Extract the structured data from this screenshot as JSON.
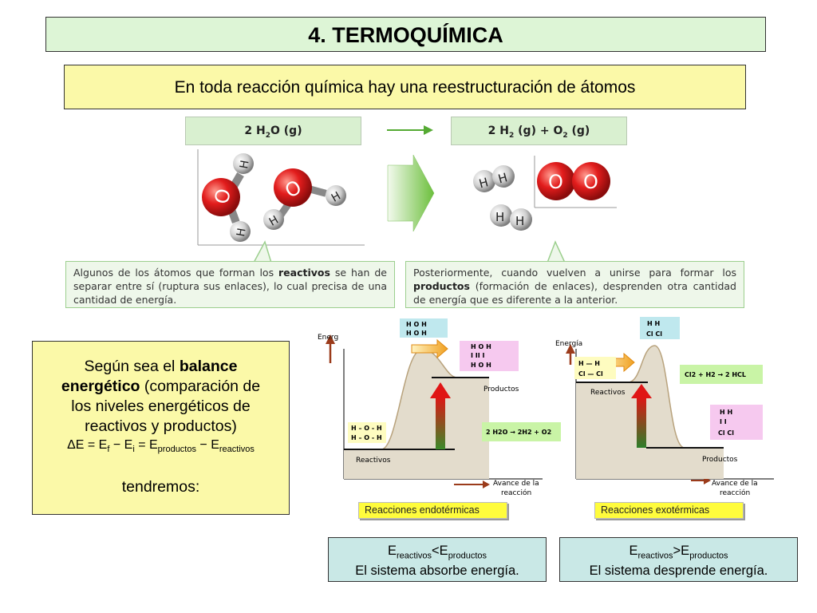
{
  "title": "4. TERMOQUÍMICA",
  "intro": "En toda reacción química hay una reestructuración de átomos",
  "reaction": {
    "reactants": {
      "coef": "2 H",
      "sub": "2",
      "rest": "O (g)"
    },
    "products": {
      "a": "2 H",
      "a_sub": "2",
      "b": " (g) + O",
      "b_sub": "2",
      "c": " (g)"
    },
    "atom_o": "O",
    "atom_h": "H"
  },
  "callouts": {
    "left": {
      "pre": "Algunos de los átomos que forman los ",
      "bold": "reactivos",
      "post": " se han de separar entre sí (ruptura sus enlaces), lo cual precisa de una cantidad de energía."
    },
    "right": {
      "pre": "Posteriormente, cuando vuelven a unirse para formar los ",
      "bold": "productos",
      "post": " (formación de enlaces), desprenden otra cantidad de energía que es diferente a la anterior."
    }
  },
  "balance": {
    "l1": "Según sea el ",
    "l1b": "balance",
    "l2b": "energético",
    "l2": " (comparación de",
    "l3": "los niveles energéticos de",
    "l4": "reactivos y productos)",
    "eq": {
      "a": "ΔE = E",
      "f": "f",
      "b": " − E",
      "i": "i",
      "c": " = E",
      "prod": "productos",
      "d": " − E",
      "reac": "reactivos"
    },
    "l6": "tendremos:"
  },
  "endo": {
    "y_label": "Energ",
    "x_label": "Avance de la reacción",
    "reactants_label": "Reactivos",
    "products_label": "Productos",
    "top_box": [
      "H O H",
      "H O H"
    ],
    "pink_box": [
      "H  O  H",
      "I   II   I",
      "H  O  H"
    ],
    "reactant_box": [
      "H – O - H",
      "H – O - H"
    ],
    "eq_box": "2 H2O → 2H2 + O2",
    "banner": "Reacciones endotérmicas"
  },
  "exo": {
    "y_label": "Energía",
    "x_label": "Avance de la reacción",
    "reactants_label": "Reactivos",
    "products_label": "Productos",
    "top_box": [
      "H  H",
      "Cl  Cl"
    ],
    "reactant_box": [
      "H — H",
      "Cl — Cl"
    ],
    "eq_box": "Cl2 + H2 → 2 HCL",
    "pink_box": [
      "H    H",
      "I     I",
      "Cl   Cl"
    ],
    "banner": "Reacciones exotérmicas"
  },
  "bottom": {
    "left": {
      "e1": "E",
      "s1": "reactivos",
      "op": "<",
      "e2": "E",
      "s2": "productos",
      "line2": "El sistema absorbe energía."
    },
    "right": {
      "e1": "E",
      "s1": "reactivos",
      "op": ">",
      "e2": "E",
      "s2": "productos",
      "line2": "El sistema desprende energía."
    }
  },
  "colors": {
    "title_bg": "#ddf5d6",
    "yellow": "#fbf9a8",
    "bottom_bg": "#c9e8e6",
    "banner": "#fffc3c",
    "oxygen": "#d81e1e",
    "hydrogen": "#cfcfcf"
  }
}
